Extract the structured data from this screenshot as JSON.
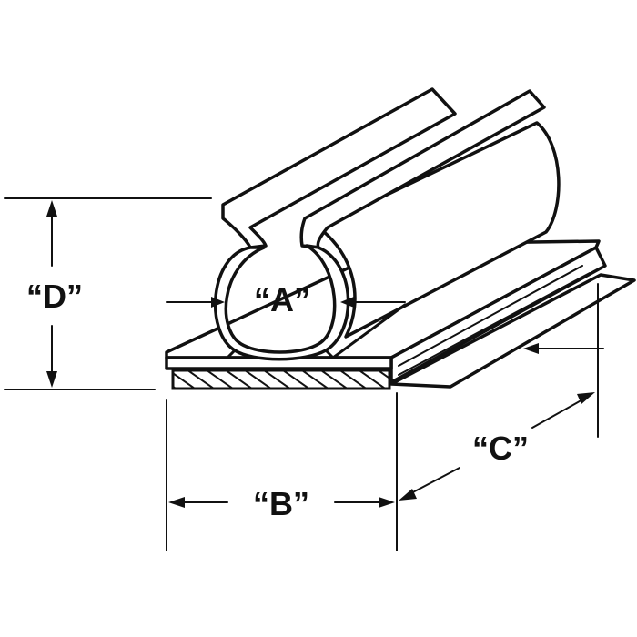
{
  "labels": {
    "a": "“A”",
    "b": "“B”",
    "c": "“C”",
    "d": "“D”"
  },
  "colors": {
    "ink": "#111111",
    "paper": "#ffffff"
  }
}
